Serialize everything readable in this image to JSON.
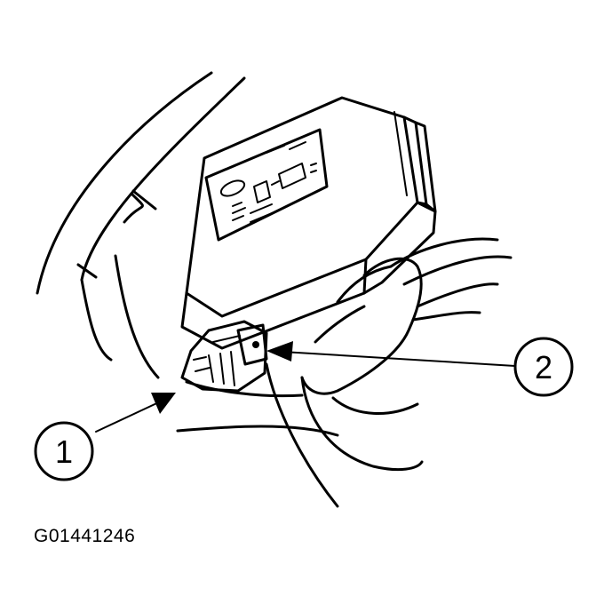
{
  "figure_id": "G01441246",
  "callouts": [
    {
      "label": "1"
    },
    {
      "label": "2"
    }
  ],
  "colors": {
    "ink": "#000000",
    "background": "#ffffff"
  }
}
